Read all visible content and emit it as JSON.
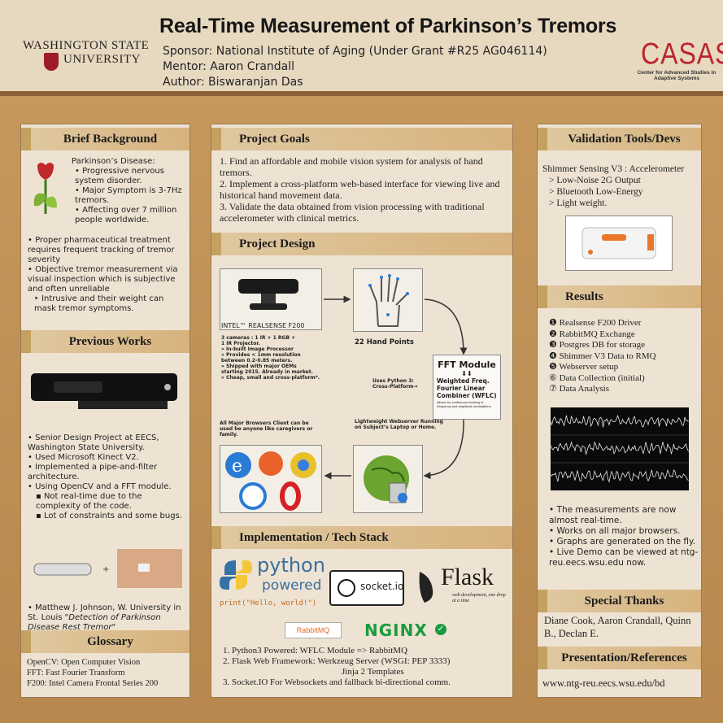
{
  "header": {
    "title": "Real-Time Measurement of Parkinson’s Tremors",
    "sponsor": "Sponsor: National Institute of Aging (Under Grant #R25 AG046114)",
    "mentor": "Mentor: Aaron Crandall",
    "author": "Author: Biswaranjan Das",
    "wsu_line1": "WASHINGTON STATE",
    "wsu_line2": "UNIVERSITY",
    "casas": "CASAS",
    "casas_sub": "Center for Advanced Studies in Adaptive Systems"
  },
  "background": {
    "heading": "Brief Background",
    "pd_title": "Parkinson’s Disease:",
    "pd_items": [
      "• Progressive nervous system disorder.",
      "• Major Symptom is 3-7Hz tremors.",
      "• Affecting over 7 million people worldwide."
    ],
    "bullets": [
      "• Proper pharmaceutical treatment requires frequent tracking of tremor severity",
      "• Objective tremor measurement via visual inspection which is subjective and often unreliable",
      "‣ Intrusive and their weight can mask tremor symptoms."
    ]
  },
  "previous": {
    "heading": "Previous Works",
    "bullets": [
      "• Senior Design Project at EECS, Washington State University.",
      "• Used Microsoft Kinect V2.",
      "• Implemented a pipe-and-filter architecture.",
      "• Using OpenCV and a FFT module."
    ],
    "sub": [
      "▪ Not real-time due to the complexity of the code.",
      "▪ Lot of constraints and some bugs."
    ],
    "citation_prefix": "• Matthew J. Johnson, W. University in St. Louis ",
    "citation_italic": "\"Detection of Parkinson Disease Rest Tremor\""
  },
  "glossary": {
    "heading": "Glossary",
    "items": [
      "OpenCV: Open Computer Vision",
      "FFT: Fast Fourier Transform",
      "F200: Intel Camera Frontal Series 200"
    ]
  },
  "goals": {
    "heading": "Project Goals",
    "items": [
      "1. Find an affordable and mobile vision system for analysis of hand tremors.",
      "2. Implement a cross-platform web-based interface for viewing live and historical hand movement data.",
      "3. Validate the data obtained from vision processing with traditional accelerometer with clinical metrics."
    ]
  },
  "design": {
    "heading": "Project Design",
    "camera_label": "INTEL™ REALSENSE F200",
    "camera_specs": [
      "3 cameras : 1 IR + 1 RGB +",
      "1 IR Projector.",
      "» In-built Image Processor",
      "» Provides < 1mm resolution",
      "between 0.2-0.85 meters.",
      "» Shipped with major OEMs",
      "starting 2015. Already in market.",
      "» Cheap, small and cross-platform*."
    ],
    "hand_label": "22 Hand Points",
    "python_note": "Uses Python 3: Cross-Platform→",
    "fft_title": "FFT Module",
    "fft_arrows": "⬇⬇",
    "fft_body": "Weighted Freq. Fourier Linear Combiner (WFLC)",
    "fft_small": "Allows for continuous tracking of frequency and amplitude modulations.",
    "browser_note": "All Major Browsers Client can be used be anyone like caregivers or family.",
    "server_note": "Lightweight Webserver Running on Subject’s Laptop or Home."
  },
  "impl": {
    "heading": "Implementation / Tech Stack",
    "python_word": "python",
    "powered_word": "powered",
    "print_code": "print(\"Hello, world!\")",
    "socketio": "socket.io",
    "flask": "Flask",
    "flask_sub": "web development, one drop at a time",
    "rabbit": "RabbitMQ",
    "nginx": "NGINX",
    "items": [
      "1. Python3 Powered: WFLC Module => RabbitMQ",
      "2. Flask Web Framework: Werkzeug Server (WSGI: PEP 3333)",
      "Jinja 2 Templates",
      "3. Socket.IO For Websockets and fallback bi-directional comm."
    ]
  },
  "validation": {
    "heading": "Validation Tools/Devs",
    "title": "Shimmer Sensing V3 : Accelerometer",
    "items": [
      "> Low-Noise 2G Output",
      "> Bluetooth Low-Energy",
      "> Light weight."
    ]
  },
  "results": {
    "heading": "Results",
    "items": [
      "❶ Realsense F200 Driver",
      "❷ RabbitMQ Exchange",
      "❸ Postgres DB for storage",
      "❹ Shimmer V3 Data to RMQ",
      "❺ Webserver setup",
      "⑥ Data Collection (initial)",
      "⑦ Data Analysis"
    ],
    "bullets": [
      "• The measurements are now almost real-time.",
      "• Works on all major browsers.",
      "• Graphs are generated on the fly.",
      "• Live Demo can be viewed at ntg-reu.eecs.wsu.edu now."
    ]
  },
  "thanks": {
    "heading": "Special Thanks",
    "body": "Diane Cook, Aaron Crandall, Quinn B., Declan E."
  },
  "refs": {
    "heading": "Presentation/References",
    "url": "www.ntg-reu.eecs.wsu.edu/bd"
  },
  "colors": {
    "header_bg": "#e7d8c0",
    "panel_bg": "#eee3d2",
    "section_head": "#d7b27d",
    "poster_bg": "#c89a5e",
    "casas_red": "#b9262c"
  }
}
